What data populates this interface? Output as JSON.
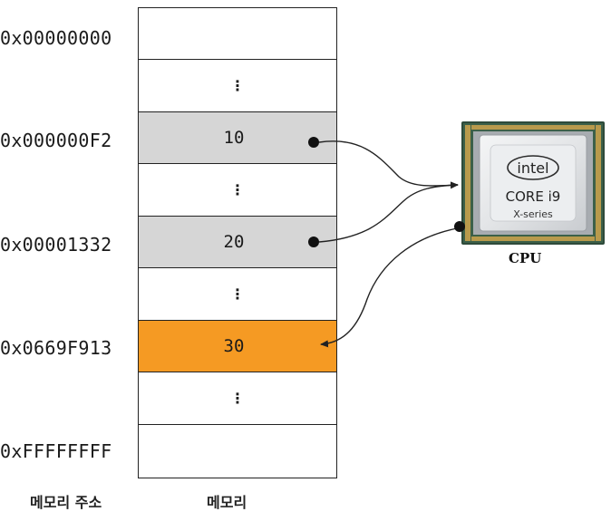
{
  "addresses": [
    "0x00000000",
    "0x000000F2",
    "0x00001332",
    "0x0669F913",
    "0xFFFFFFFF"
  ],
  "cells": {
    "ellipsis": "⋮",
    "value_10": "10",
    "value_20": "20",
    "value_30": "30"
  },
  "captions": {
    "address_column": "메모리 주소",
    "memory_column": "메모리"
  },
  "cpu": {
    "label": "CPU",
    "brand": "intel",
    "model": "CORE i9",
    "series": "X-series"
  },
  "colors": {
    "highlight_gray": "#d6d6d6",
    "highlight_orange": "#f59a23"
  }
}
